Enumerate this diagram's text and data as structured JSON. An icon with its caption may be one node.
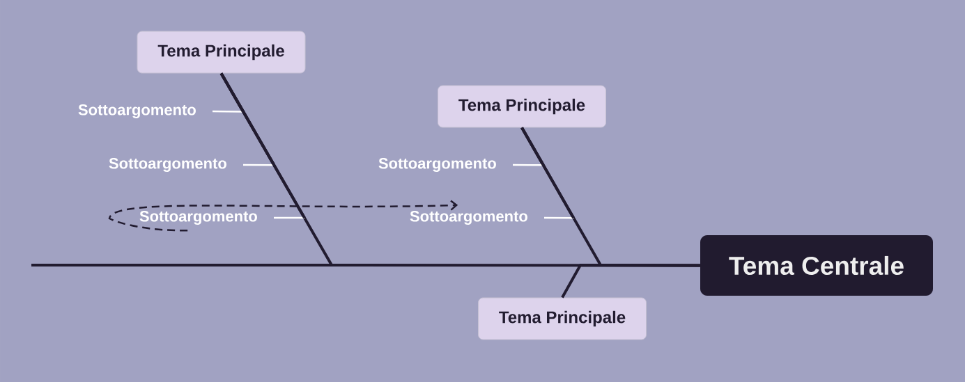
{
  "diagram": {
    "nodes": [
      {
        "text": [
          "Tema Centrale"
        ]
      },
      {
        "text": [
          "Tema Principale"
        ]
      },
      {
        "text": [
          "Tema Principale"
        ]
      },
      {
        "text": [
          "Tema Principale"
        ]
      },
      {
        "text": [
          "Sottoargomento"
        ]
      },
      {
        "text": [
          "Sottoargomento"
        ]
      },
      {
        "text": [
          "Sottoargomento"
        ]
      },
      {
        "text": [
          "Sottoargomento"
        ]
      },
      {
        "text": [
          "Sottoargomento"
        ]
      }
    ],
    "edges": [
      {
        "from": 1,
        "to": 0,
        "arrow": "none"
      },
      {
        "from": 2,
        "to": 0,
        "arrow": "none"
      },
      {
        "from": 3,
        "to": 0,
        "arrow": "none"
      },
      {
        "from": 4,
        "to": 1,
        "arrow": "none"
      },
      {
        "from": 5,
        "to": 1,
        "arrow": "none"
      },
      {
        "from": 6,
        "to": 1,
        "arrow": "none"
      },
      {
        "from": 7,
        "to": 2,
        "arrow": "none"
      },
      {
        "from": 8,
        "to": 2,
        "arrow": "none"
      },
      {
        "from": 6,
        "to": 8,
        "arrow": "to",
        "style": "dashed"
      }
    ]
  }
}
